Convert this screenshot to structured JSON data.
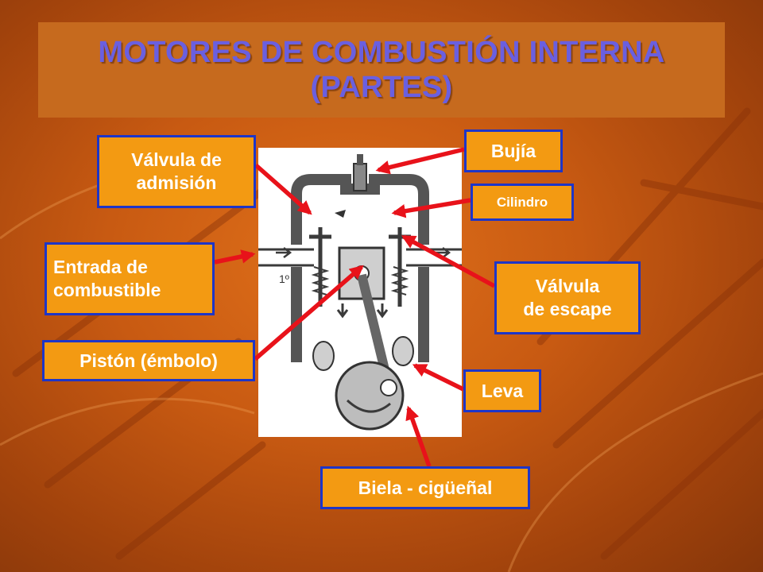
{
  "slide": {
    "title_line1": "MOTORES DE COMBUSTIÓN INTERNA",
    "title_line2": "(PARTES)"
  },
  "labels": {
    "valvula_admision": [
      "Válvula de",
      "admisión"
    ],
    "entrada_combustible": [
      "Entrada de",
      "combustible"
    ],
    "piston": "Pistón (émbolo)",
    "bujia": "Bujía",
    "cilindro": "Cilindro",
    "valvula_escape": [
      "Válvula",
      "de escape"
    ],
    "leva": "Leva",
    "biela_cigueñal": "Biela - cigüeñal"
  },
  "diagram": {
    "stroke_label": "1º"
  },
  "colors": {
    "label_fill": "#f39a12",
    "label_border": "#1d35c8",
    "title_text": "#6a5fe0",
    "arrow": "#e8121a",
    "diagram_ink": "#3a3a3a"
  }
}
